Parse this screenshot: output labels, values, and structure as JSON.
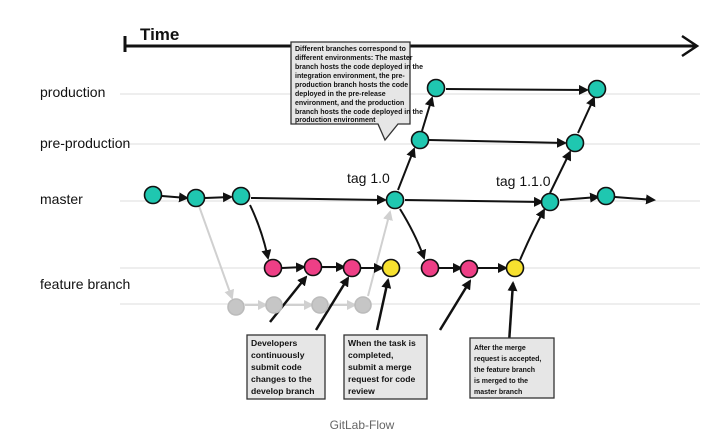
{
  "diagram": {
    "time_label": "Time",
    "lanes": {
      "production": "production",
      "preproduction": "pre-production",
      "master": "master",
      "feature": "feature branch"
    },
    "tags": {
      "v1": "tag 1.0",
      "v2": "tag 1.1.0"
    },
    "notes": {
      "environments": [
        "Different branches correspond to",
        "different environments: The master",
        "branch hosts the code deployed in the",
        "integration environment, the pre-",
        "production branch hosts the code",
        "deployed in the pre-release",
        "environment, and the production",
        "branch hosts the code deployed in the",
        "production environment"
      ],
      "developers": [
        "Developers",
        "continuously",
        "submit code",
        "changes to the",
        "develop branch"
      ],
      "merge_request": [
        "When the task is",
        "completed,",
        "submit a merge",
        "request for code",
        "review"
      ],
      "after_merge": [
        "After the merge",
        "request is accepted,",
        "the feature branch",
        "is merged to the",
        "master branch"
      ]
    },
    "colors": {
      "master": "#1fc7b0",
      "feature": "#ee3f86",
      "merge": "#f7e12f",
      "develop": "#c6c6c6",
      "note_bg": "#e6e6e6"
    }
  },
  "caption": "GitLab-Flow"
}
